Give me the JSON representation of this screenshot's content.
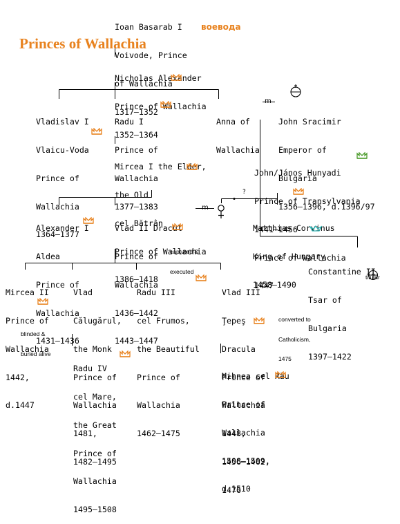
{
  "title": "Princes of Wallachia",
  "russian_label": "воевода",
  "marriage_symbol": "m",
  "unknown_symbol": "?",
  "colors": {
    "accent": "#e8821e",
    "hungary_crown": "#2bb5b5",
    "bulgaria_crown": "#4a9a2a"
  },
  "people": {
    "ioan": [
      "Ioan Basarab I",
      "Voivode, Prince",
      "of Wallachia",
      "1317–1352"
    ],
    "nicholas": [
      "Nicholas Alexander",
      "Prince of Wallachia",
      "1352–1364"
    ],
    "vladislav": [
      "Vladislav I",
      "Vlaicu-Voda",
      "Prince of",
      "Wallachia",
      "1364–1377"
    ],
    "radu1": [
      "Radu I",
      "Prince of",
      "Wallachia",
      "1377–1383"
    ],
    "anna": [
      "Anna of",
      "Wallachia"
    ],
    "john_sracimir": [
      "John Sracimir",
      "Emperor of",
      "Bulgaria",
      "1356–1396, d.1396/97"
    ],
    "mircea1": [
      "Mircea I the Elder,",
      "the Old",
      "cel Bătrân",
      "Prince of Wallachia",
      "1386–1418"
    ],
    "hunyadi": [
      "John/János Hunyadi",
      "Prince of Transylvania",
      "1441–1456",
      "Prince of Wallachia",
      "1447"
    ],
    "alexander": [
      "Alexander I",
      "Aldea",
      "Prince of",
      "Wallachia",
      "1431–1436"
    ],
    "vlad2": [
      "Vlad II Dracul",
      "Prince of",
      "Wallachia",
      "1436–1442",
      "1443–1447"
    ],
    "matthias": [
      "Matthias Corvinus",
      "King of Hungary",
      "1458–1490"
    ],
    "constantine": [
      "Constantine II",
      "Tsar of",
      "Bulgaria",
      "1397–1422"
    ],
    "mircea2": [
      "Mircea II",
      "Prince of",
      "Wallachia",
      "1442,",
      "d.1447"
    ],
    "vlad_monk": [
      "Vlad",
      "Călugărul,",
      "the Monk",
      "Prince of",
      "Wallachia",
      "1481,",
      "1482–1495"
    ],
    "radu3": [
      "Radu III",
      "cel Frumos,",
      "the Beautiful",
      "Prince of",
      "Wallachia",
      "1462–1475"
    ],
    "vlad3": [
      "Vlad III",
      "Ţepeş",
      "Dracula",
      "Prince of",
      "Wallachia",
      "1448,",
      "1456–1462,",
      "1476"
    ],
    "radu4": [
      "Radu IV",
      "cel Mare,",
      "the Great",
      "Prince of",
      "Wallachia",
      "1495–1508"
    ],
    "mihnea": [
      "Mihnea cel Rău",
      "Prince of",
      "Wallachia",
      "1508–1509,",
      "d.1510"
    ]
  },
  "notes": {
    "vlad2": [
      "captured &",
      "executed"
    ],
    "mircea2": [
      "blinded &",
      "buried alive"
    ],
    "vlad3": [
      "converted to",
      "Catholicism,",
      "1475"
    ],
    "constantine": [
      "titular"
    ]
  }
}
